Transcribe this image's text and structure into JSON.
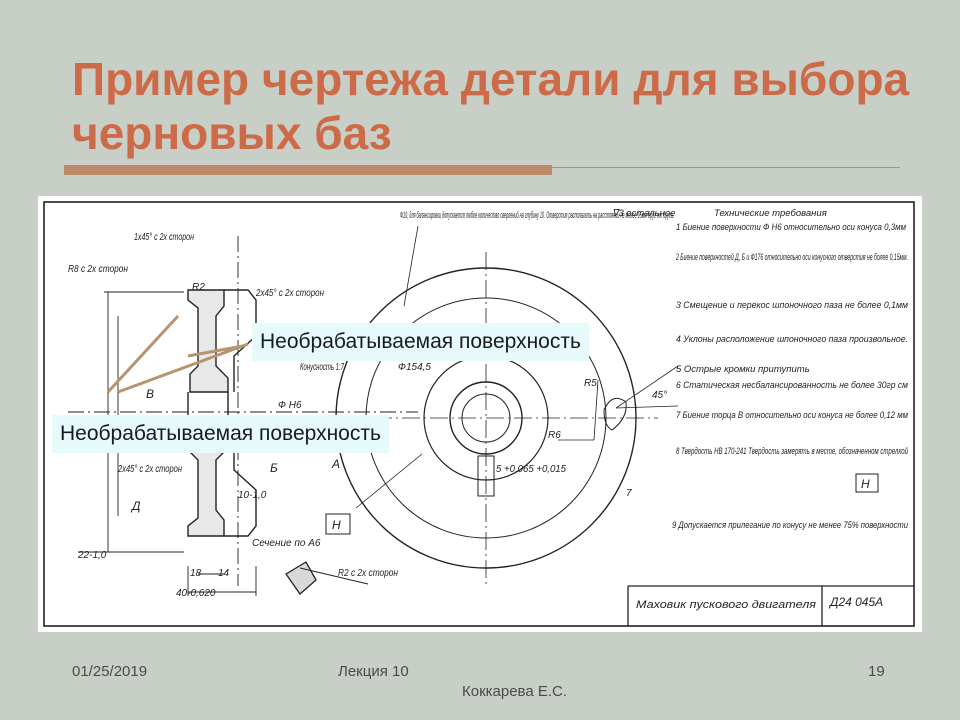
{
  "slide": {
    "title": "Пример чертежа детали для выбора черновых баз"
  },
  "drawing": {
    "name": "Маховик пускового двигателя",
    "code": "Д24 045А",
    "section_label": "Сечение по А6",
    "note_top": "Ф10, для балансировки допускается любое количество сверлений на глубину 10. Отверстия располагать на расстоянии не менее 15мм друг от друга.",
    "roughness_rest": "∇3 остальное",
    "requirements_title": "Технические требования",
    "requirements": [
      "1 Биение поверхности Ф Н6 относительно оси конуса 0,3мм",
      "2 Биение поверхностей Д, Б и Ф176 относительно оси конусного отверстия не более 0,15мм.",
      "3 Смещение и перекос шпоночного паза не более 0,1мм",
      "4 Уклоны расположение шпоночного паза произвольное.",
      "5 Острые кромки притупить",
      "6 Статическая несбалансированность не более 30гр см",
      "7 Биение торца В относительно оси конуса не более 0,12 мм",
      "8 Твердость НВ 170-241 Твердость замерять в месте, обозначенном стрелкой",
      "9 Допускается прилегание по конусу не менее 75% поверхности"
    ],
    "dims": {
      "chamfer_top": "1х45° с 2х сторон",
      "radius_r8": "R8 с 2х сторон",
      "r2": "R2",
      "chamfer_right": "2х45° с 2х сторон",
      "conicity": "Конусность 1:7",
      "dia_1545": "Ф154,5",
      "dia_h": "Ф Н6",
      "r5": "R5",
      "r6": "R6",
      "angle_45": "45°",
      "tol": "5 +0,065 +0,015",
      "chamfer_left": "2х45° с 2х сторон",
      "dim_22": "22-1,0",
      "dim_18": "18",
      "dim_14": "14",
      "dim_40": "40-0,620",
      "dim_10": "10-1,0",
      "r2_sides": "R2 с 2х сторон",
      "label_a": "А",
      "label_b": "Б",
      "label_v": "В",
      "label_d": "Д",
      "label_n": "Н",
      "dim_7": "7"
    }
  },
  "callouts": [
    {
      "text": "Необрабатываемая поверхность"
    },
    {
      "text": "Необрабатываемая поверхность"
    }
  ],
  "footer": {
    "date": "01/25/2019",
    "lecture": "Лекция 10",
    "page": "19",
    "author": "Коккарева Е.С."
  }
}
